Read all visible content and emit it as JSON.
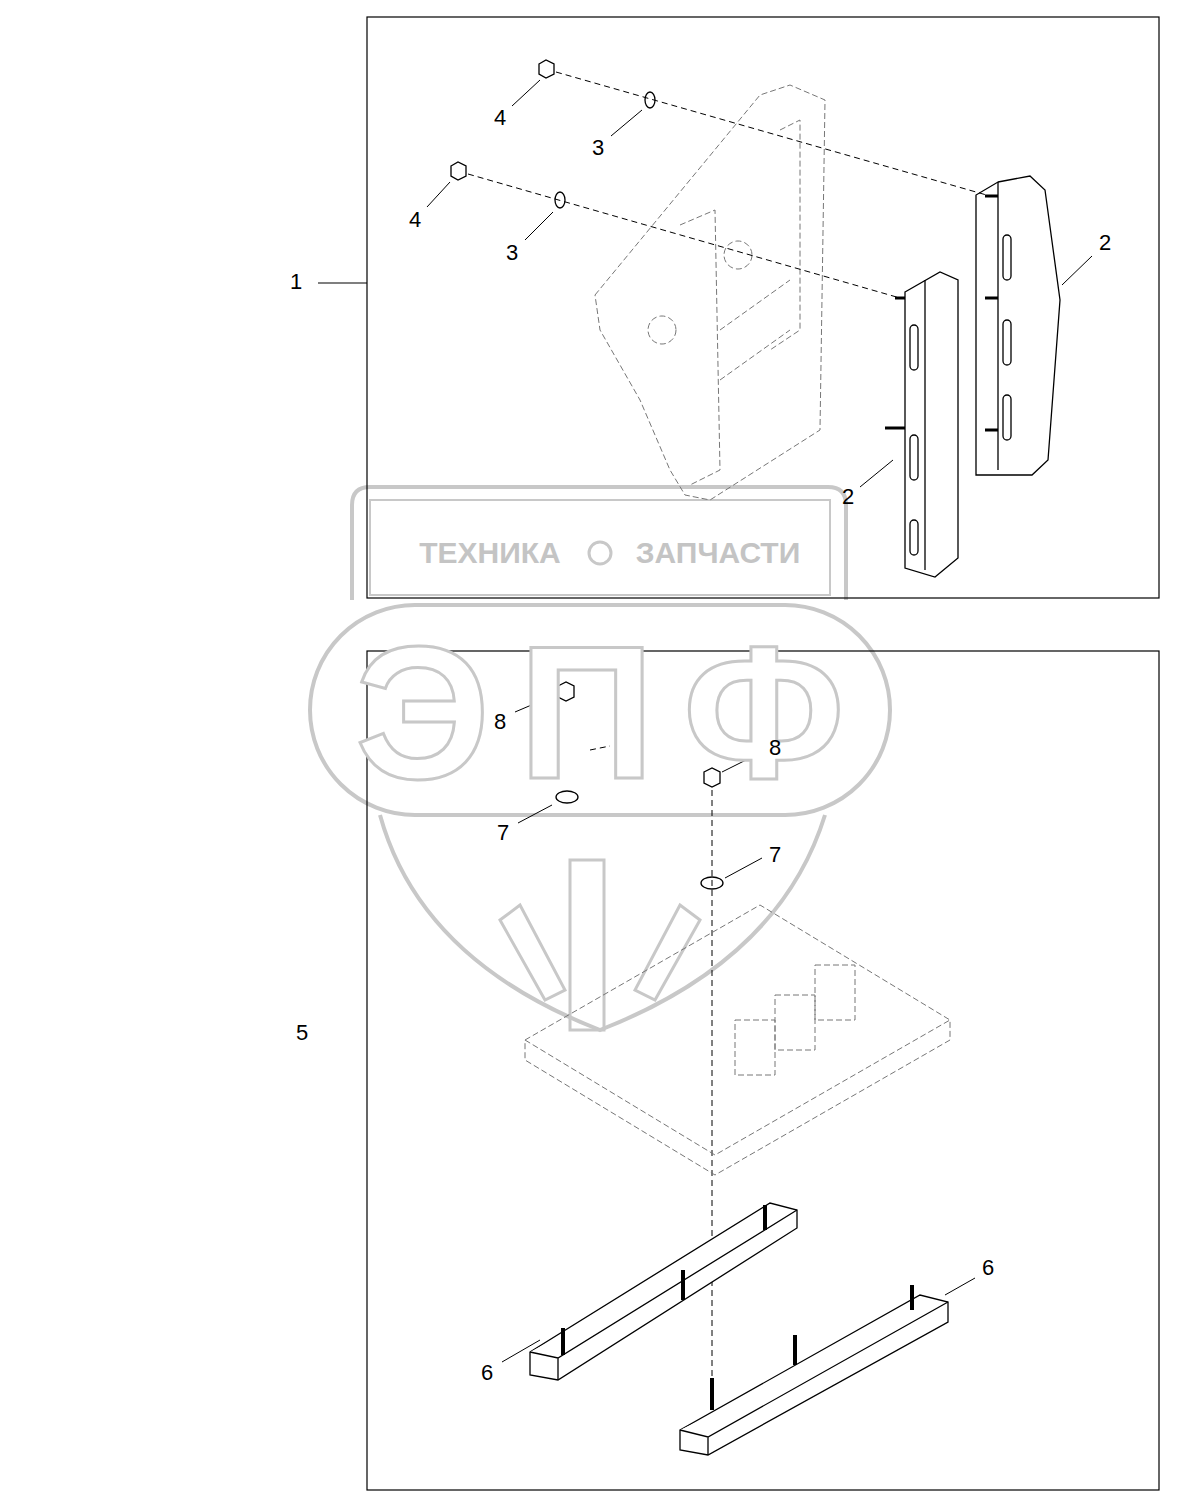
{
  "diagram": {
    "labels": [
      "4",
      "3",
      "4",
      "2",
      "3",
      "1",
      "2",
      "ТЕХНИКА",
      "ЗАПЧАСТИ",
      "ЭПФ",
      "8",
      "8",
      "7",
      "7",
      "5",
      "6",
      "6"
    ]
  }
}
